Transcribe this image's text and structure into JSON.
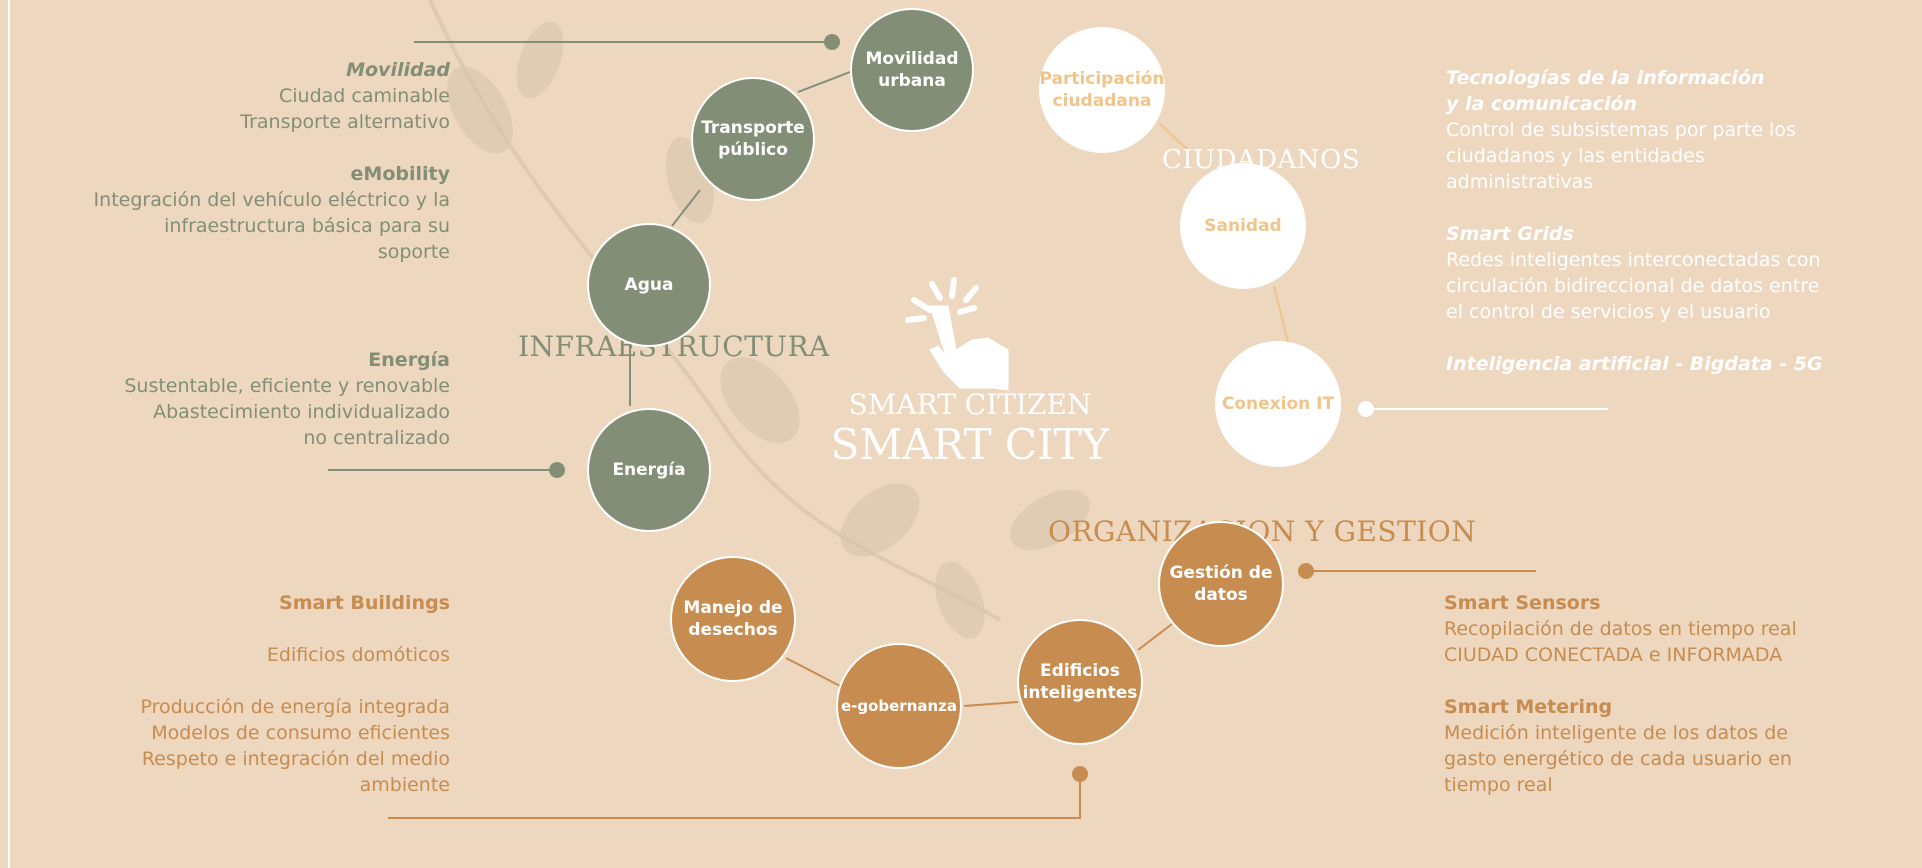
{
  "colors": {
    "green": "#828f76",
    "orange": "#c68c50",
    "white": "#ffffff",
    "peach": "#f0c48a",
    "bg": "#edd7bf"
  },
  "icon": "pointing-hand-icon",
  "center": {
    "line1": "SMART CITIZEN",
    "line2": "SMART CITY"
  },
  "sections": {
    "infraestructura": "INFRAESTRUCTURA",
    "ciudadanos": "CIUDADANOS",
    "organizacion": "ORGANIZACION Y GESTION"
  },
  "nodes": {
    "movilidad": "Movilidad\nurbana",
    "transporte": "Transporte\npúblico",
    "agua": "Agua",
    "energia": "Energía",
    "participacion": "Participación\nciudadana",
    "sanidad": "Sanidad",
    "conexion": "Conexion IT",
    "gestion": "Gestión de\ndatos",
    "edificios": "Edificios\ninteligentes",
    "egobernanza": "e-gobernanza",
    "manejo": "Manejo de\ndesechos"
  },
  "left_top": {
    "movilidad_title": "Movilidad",
    "movilidad_l1": "Ciudad caminable",
    "movilidad_l2": "Transporte alternativo",
    "emobility_title": "eMobility",
    "emobility_l1": "Integración del vehículo eléctrico y la",
    "emobility_l2": "infraestructura básica para su",
    "emobility_l3": "soporte"
  },
  "left_mid": {
    "energia_title": "Energía",
    "energia_l1": "Sustentable, eficiente  y renovable",
    "energia_l2": "Abastecimiento individualizado",
    "energia_l3": "no centralizado"
  },
  "left_bottom": {
    "title": "Smart Buildings",
    "l1": "Edificios domóticos",
    "l2": "Producción de energía integrada",
    "l3": "Modelos de consumo  eficientes",
    "l4": "Respeto e integración del  medio",
    "l5": "ambiente"
  },
  "right_top": {
    "tic_title1": "Tecnologías de la información",
    "tic_title2": "y la comunicación",
    "tic_l1": "Control de subsistemas por parte los",
    "tic_l2": "ciudadanos y las entidades",
    "tic_l3": "administrativas",
    "grids_title": "Smart Grids",
    "grids_l1": "Redes inteligentes interconectadas con",
    "grids_l2": "circulación bidireccional de datos entre",
    "grids_l3": "el control de servicios  y el usuario",
    "ai_title": "Inteligencia artificial - Bigdata - 5G"
  },
  "right_bottom": {
    "sensors_title": "Smart Sensors",
    "sensors_l1": "Recopilación de datos en tiempo real",
    "sensors_l2": "CIUDAD CONECTADA e INFORMADA",
    "metering_title": "Smart Metering",
    "metering_l1": "Medición inteligente de los datos de",
    "metering_l2": "gasto energético de cada usuario en",
    "metering_l3": "tiempo real"
  }
}
